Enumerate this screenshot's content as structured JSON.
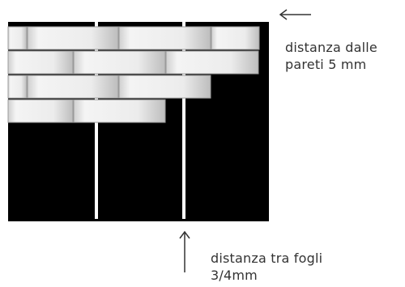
{
  "wall_gap_label": {
    "line1": "distanza dalle",
    "line2": "pareti 5 mm"
  },
  "sheet_gap_label": {
    "line1": "distanza tra fogli",
    "line2": "3/4mm"
  },
  "colors": {
    "background": "#000000",
    "tile_light": "#f2f2f2",
    "tile_dark": "#c8c8c8",
    "gap_line": "#ffffff",
    "arrow": "#333333"
  }
}
